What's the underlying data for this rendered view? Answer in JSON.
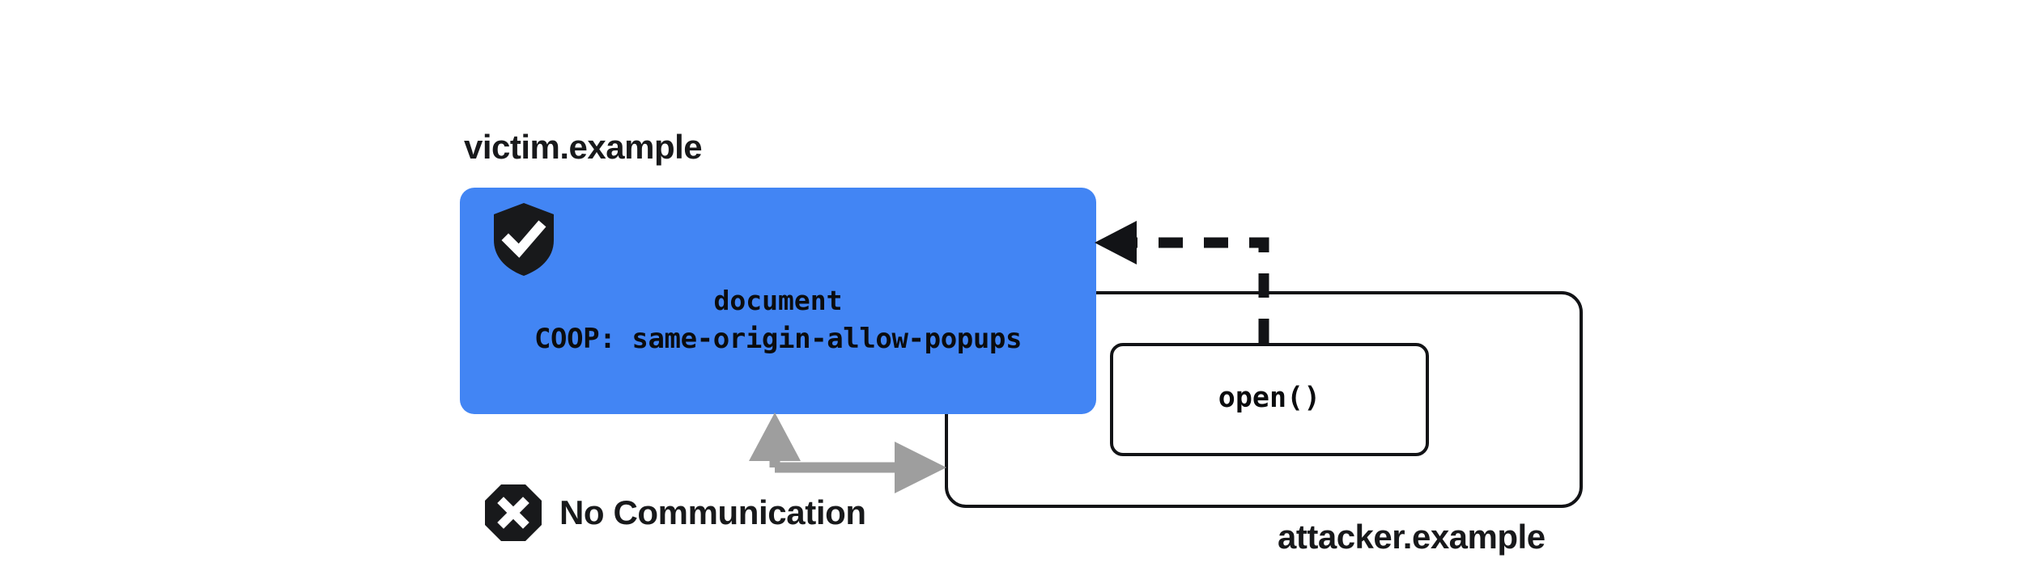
{
  "diagram": {
    "title_victim": "victim.example",
    "title_attacker": "attacker.example",
    "colors": {
      "accent_blue": "#4285f4",
      "stroke_black": "#121316",
      "text_black": "#18191b",
      "arrow_gray": "#9e9e9e",
      "icon_white": "#ffffff"
    }
  },
  "victim": {
    "label": "victim.example",
    "shield_icon": "shield-check-icon",
    "document_label": "document",
    "coop_header": "COOP: same-origin-allow-popups"
  },
  "attacker": {
    "label": "attacker.example",
    "open_call_label": "open()"
  },
  "annotations": {
    "no_communication": {
      "icon": "octagon-x-icon",
      "label": "No Communication"
    },
    "open_arrow": {
      "icon": "dashed-arrow-left-icon",
      "style": "dashed",
      "direction": "left"
    },
    "blocked_arrow": {
      "icon": "blocked-double-arrow-icon",
      "style": "solid",
      "direction": "up-and-right"
    }
  }
}
